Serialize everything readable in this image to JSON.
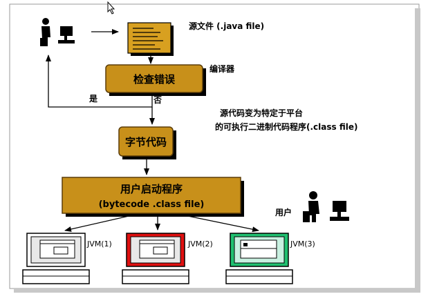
{
  "labels": {
    "source_file": "源文件 (.java file)",
    "compiler": "编译器",
    "yes": "是",
    "no": "否",
    "note_line1": "源代码变为特定于平台",
    "note_line2": "的可执行二进制代码程序(.class file)",
    "user": "用户"
  },
  "boxes": {
    "check_errors": "检查错误",
    "bytecode": "字节代码",
    "user_program_line1": "用户启动程序",
    "user_program_line2": "(bytecode .class file)"
  },
  "jvms": [
    {
      "label": "JVM(1)",
      "frame_color": "#ffffff",
      "screen_color": "#e8e8e8"
    },
    {
      "label": "JVM(2)",
      "frame_color": "#e01010",
      "screen_color": "#e8e8e8"
    },
    {
      "label": "JVM(3)",
      "frame_color": "#20c070",
      "screen_color": "#c8f0e0"
    }
  ],
  "colors": {
    "box_fill": "#c8901a",
    "box_border": "#5a3c08",
    "document_fill": "#d8a020"
  }
}
